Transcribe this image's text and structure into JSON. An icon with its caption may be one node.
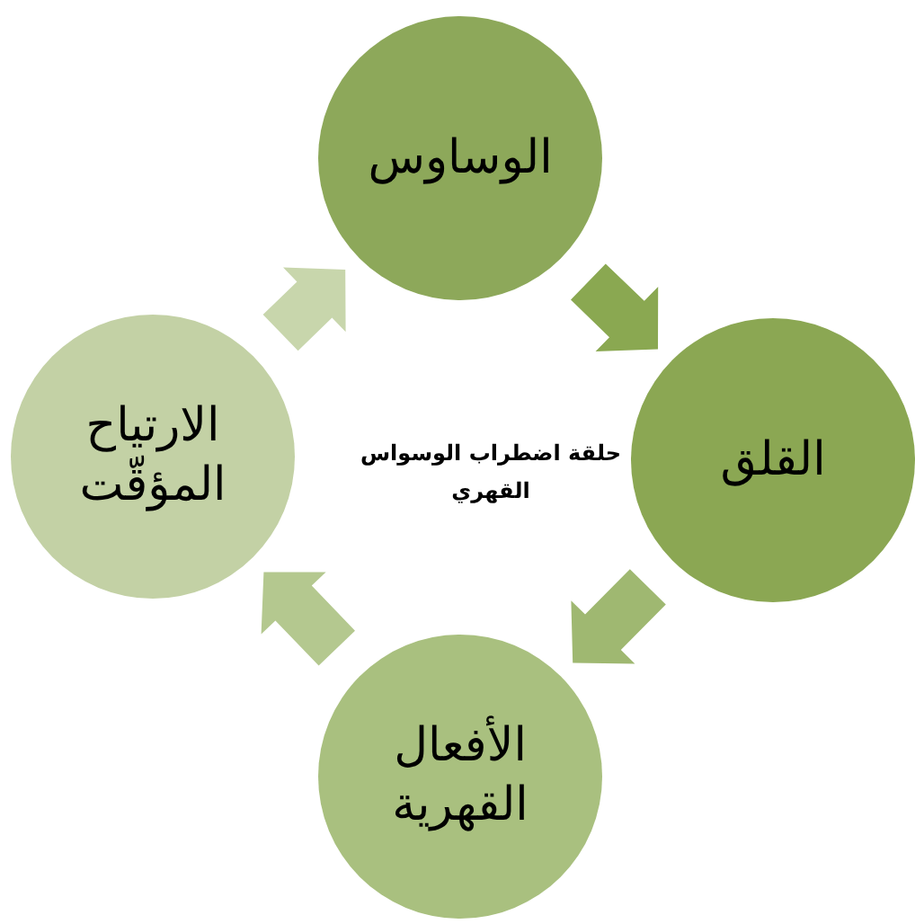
{
  "diagram": {
    "title": "حلقة اضطراب الوسواس القهري",
    "nodes": [
      {
        "text": [
          "الوساوس"
        ]
      },
      {
        "text": [
          "القلق"
        ]
      },
      {
        "text": [
          "الأفعال القهرية"
        ]
      },
      {
        "text": [
          "الارتياح المؤقّت"
        ]
      }
    ],
    "edges": [
      {
        "from": 0,
        "to": 1,
        "arrow": "to",
        "color": "#8aa851"
      },
      {
        "from": 1,
        "to": 2,
        "arrow": "to",
        "color": "#9fb871"
      },
      {
        "from": 2,
        "to": 3,
        "arrow": "to",
        "color": "#b4c88f"
      },
      {
        "from": 3,
        "to": 0,
        "arrow": "to",
        "color": "#c8d6ac"
      }
    ]
  }
}
